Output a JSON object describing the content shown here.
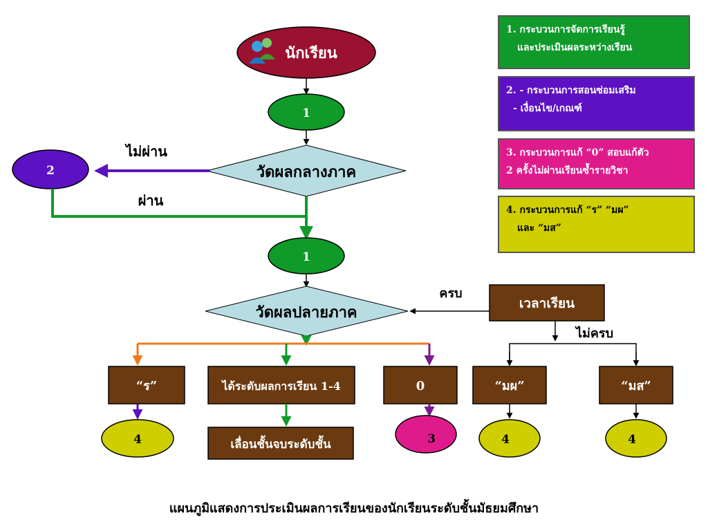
{
  "nodes": {
    "student": "นักเรียน",
    "step1_top": "1",
    "midterm": "วัดผลกลางภาค",
    "remedial2": "2",
    "step1_mid": "1",
    "final": "วัดผลปลายภาค",
    "study_time": "เวลาเรียน",
    "r": "“ร”",
    "grade": "ได้ระดับผลการเรียน 1-4",
    "zero": "0",
    "mp": "“มผ”",
    "ms": "“มส”",
    "r_four": "4",
    "promote": "เลื่อนชั้นจบระดับชั้น",
    "zero_three": "3",
    "mp_four": "4",
    "ms_four": "4"
  },
  "labels": {
    "fail": "ไม่ผ่าน",
    "pass": "ผ่าน",
    "complete": "ครบ",
    "incomplete": "ไม่ครบ"
  },
  "legend": [
    {
      "line1": "1.  กระบวนการจัดการเรียนรู้",
      "line2": "    และประเมินผลระหว่างเรียน",
      "color": "#0f9a2a"
    },
    {
      "line1": "2. - กระบวนการสอนซ่อมเสริม",
      "line2": "  - เงื่อนไข/เกณฑ์",
      "color": "#5c11c2"
    },
    {
      "line1": "3.  กระบวนการแก้  “0”  สอบแก้ตัว",
      "line2": "2 ครั้งไม่ผ่านเรียนซ้ำรายวิชา",
      "color": "#df1b8c"
    },
    {
      "line1": "4.  กระบวนการแก้  “ร”  “มผ”",
      "line2": "    และ  “มส”",
      "color": "#cfcf00"
    }
  ],
  "caption": "แผนภูมิแสดงการประเมินผลการเรียนของนักเรียนระดับชั้นมัธยมศึกษา",
  "colors": {
    "green": "#0f9a2a",
    "purple": "#5c11c2",
    "magenta": "#df1b8c",
    "yellow": "#cfcf00",
    "maroon": "#9b1130",
    "diamond": "#b7dde3",
    "brown": "#6b3a10",
    "orange": "#f07a1e"
  }
}
